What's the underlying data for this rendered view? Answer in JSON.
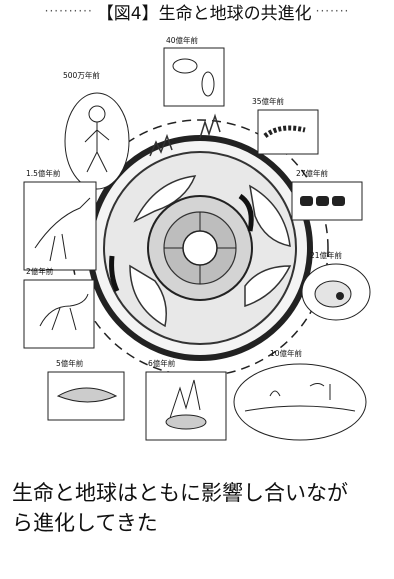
{
  "header": {
    "dots_left": "··········",
    "title": "【図4】生命と地球の共進化",
    "dots_right": "·······"
  },
  "figure": {
    "labels": [
      "40億年前",
      "500万年前",
      "35億年前",
      "1.5億年前",
      "27億年前",
      "2億年前",
      "21億年前",
      "5億年前",
      "6億年前",
      "10億年前"
    ]
  },
  "caption": {
    "line1": "生命と地球はともに影響し合いなが",
    "line2": "ら進化してきた"
  }
}
